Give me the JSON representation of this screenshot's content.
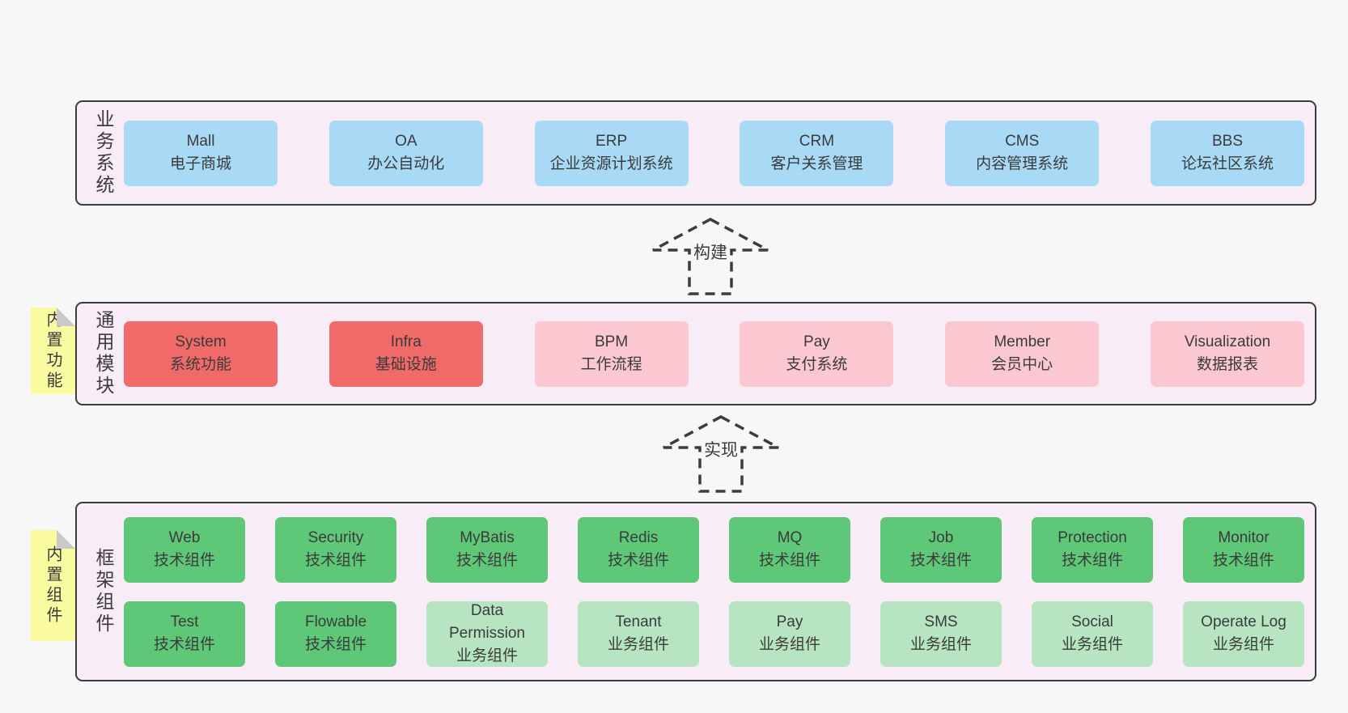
{
  "palette": {
    "page_bg": "#f7f7f7",
    "band_bg": "#f8edf6",
    "band_border": "#3c3c3c",
    "text": "#3b3b3b",
    "blue": "#a8daf5",
    "red": "#f16a6a",
    "pink": "#fbc7d0",
    "green": "#5ec878",
    "green_light": "#b7e5c2",
    "sticky_yellow": "#fafba1",
    "sticky_fold": "#c9c9c9",
    "arrow": "#3c3c3c"
  },
  "diagram": {
    "stickies": [
      {
        "text": "内置功能"
      },
      {
        "text": "内置组件"
      }
    ],
    "arrows": [
      {
        "label": "构建"
      },
      {
        "label": "实现"
      }
    ],
    "bands": [
      {
        "label": "业务系统",
        "rows": [
          [
            {
              "name": "Mall",
              "desc": "电子商城",
              "color": "blue"
            },
            {
              "name": "OA",
              "desc": "办公自动化",
              "color": "blue"
            },
            {
              "name": "ERP",
              "desc": "企业资源计划系统",
              "color": "blue"
            },
            {
              "name": "CRM",
              "desc": "客户关系管理",
              "color": "blue"
            },
            {
              "name": "CMS",
              "desc": "内容管理系统",
              "color": "blue"
            },
            {
              "name": "BBS",
              "desc": "论坛社区系统",
              "color": "blue"
            }
          ]
        ]
      },
      {
        "label": "通用模块",
        "rows": [
          [
            {
              "name": "System",
              "desc": "系统功能",
              "color": "red"
            },
            {
              "name": "Infra",
              "desc": "基础设施",
              "color": "red"
            },
            {
              "name": "BPM",
              "desc": "工作流程",
              "color": "pink"
            },
            {
              "name": "Pay",
              "desc": "支付系统",
              "color": "pink"
            },
            {
              "name": "Member",
              "desc": "会员中心",
              "color": "pink"
            },
            {
              "name": "Visualization",
              "desc": "数据报表",
              "color": "pink"
            }
          ]
        ]
      },
      {
        "label": "框架组件",
        "rows": [
          [
            {
              "name": "Web",
              "desc": "技术组件",
              "color": "green"
            },
            {
              "name": "Security",
              "desc": "技术组件",
              "color": "green"
            },
            {
              "name": "MyBatis",
              "desc": "技术组件",
              "color": "green"
            },
            {
              "name": "Redis",
              "desc": "技术组件",
              "color": "green"
            },
            {
              "name": "MQ",
              "desc": "技术组件",
              "color": "green"
            },
            {
              "name": "Job",
              "desc": "技术组件",
              "color": "green"
            },
            {
              "name": "Protection",
              "desc": "技术组件",
              "color": "green"
            },
            {
              "name": "Monitor",
              "desc": "技术组件",
              "color": "green"
            }
          ],
          [
            {
              "name": "Test",
              "desc": "技术组件",
              "color": "green"
            },
            {
              "name": "Flowable",
              "desc": "技术组件",
              "color": "green"
            },
            {
              "name": "Data Permission",
              "desc": "业务组件",
              "color": "green_light"
            },
            {
              "name": "Tenant",
              "desc": "业务组件",
              "color": "green_light"
            },
            {
              "name": "Pay",
              "desc": "业务组件",
              "color": "green_light"
            },
            {
              "name": "SMS",
              "desc": "业务组件",
              "color": "green_light"
            },
            {
              "name": "Social",
              "desc": "业务组件",
              "color": "green_light"
            },
            {
              "name": "Operate Log",
              "desc": "业务组件",
              "color": "green_light"
            }
          ]
        ]
      }
    ]
  }
}
